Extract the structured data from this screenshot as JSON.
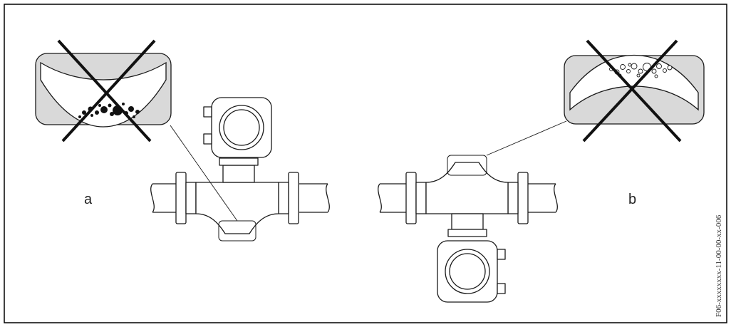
{
  "labels": {
    "left": "a",
    "right": "b"
  },
  "figure_code": "F06-xxxxxxxx-11-00-00-xx-006",
  "colors": {
    "line": "#1a1a1a",
    "inset_fill": "#d9d9d9",
    "white": "#ffffff",
    "frame": "#000000"
  }
}
